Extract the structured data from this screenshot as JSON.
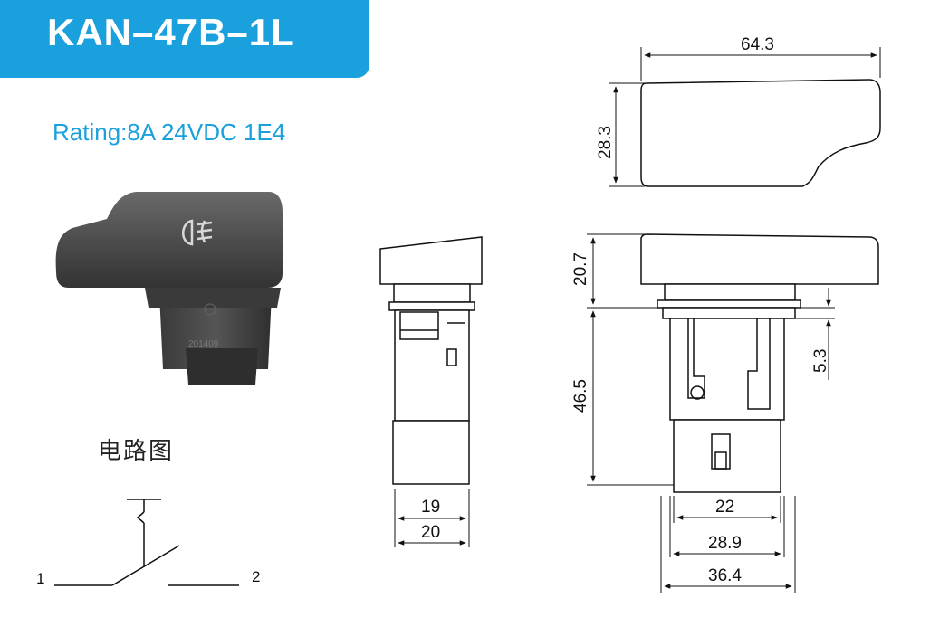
{
  "header": {
    "model": "KAN–47B–1L"
  },
  "rating": "Rating:8A 24VDC 1E4",
  "circuit": {
    "title": "电路图",
    "pin1": "1",
    "pin2": "2"
  },
  "photo": {
    "code": "201409"
  },
  "dimensions": {
    "top_width": "64.3",
    "top_height": "28.3",
    "side_width_inner": "19",
    "side_width_outer": "20",
    "front_cap_height": "20.7",
    "front_body_height": "46.5",
    "front_clip": "5.3",
    "front_w1": "22",
    "front_w2": "28.9",
    "front_w3": "36.4"
  },
  "colors": {
    "accent": "#1aa0dc",
    "switch_body": "#4a4a4a"
  }
}
